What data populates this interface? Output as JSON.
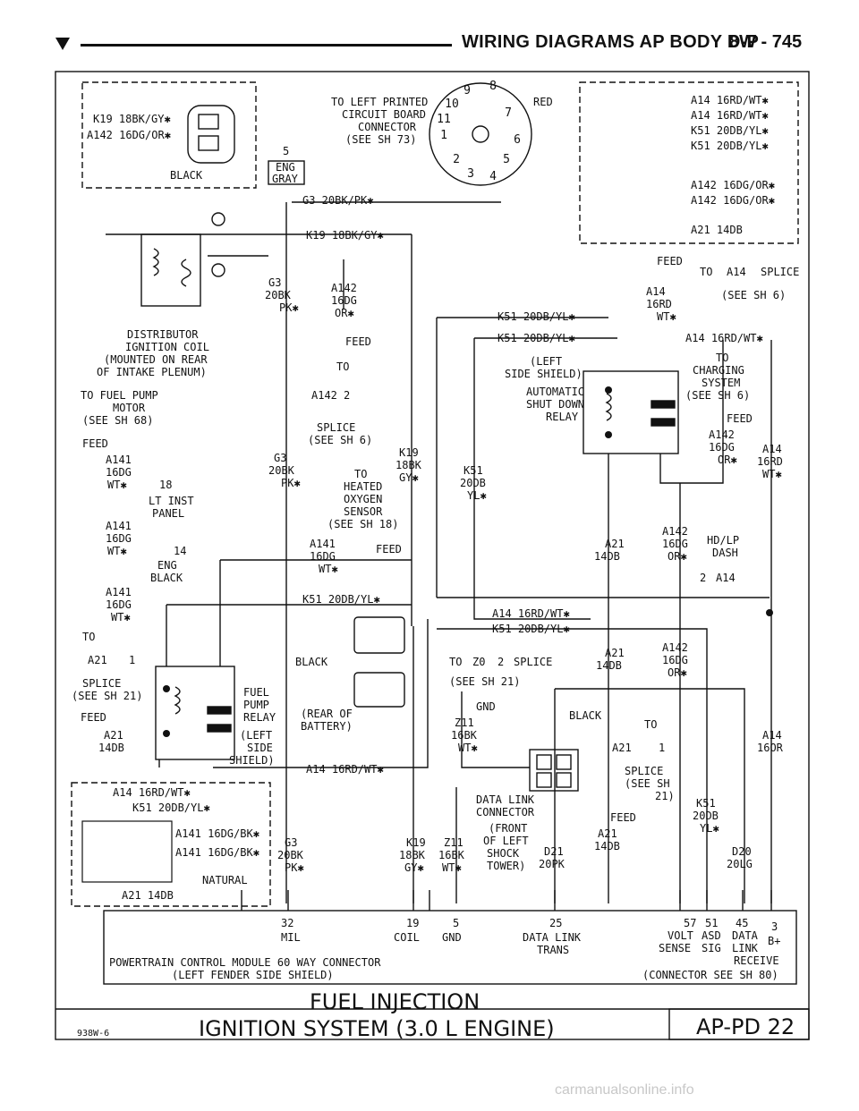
{
  "header": {
    "title": "WIRING DIAGRAMS AP BODY D-P",
    "page": "8W - 745"
  },
  "diagram": {
    "ign_coil_box": {
      "wire1": "K19 18BK/GY✱",
      "wire2": "A142 16DG/OR✱",
      "black": "BLACK"
    },
    "to_left_pcb": [
      "TO LEFT PRINTED",
      "CIRCUIT BOARD",
      "CONNECTOR",
      "(SEE SH 73)"
    ],
    "red": "RED",
    "eng_gray": {
      "pin": "5",
      "line1": "ENG",
      "line2": "GRAY"
    },
    "g3_wire": "G3 20BK/PK✱",
    "k19_wire": "K19 18BK/GY✱",
    "distributor": [
      "DISTRIBUTOR",
      "IGNITION COIL",
      "(MOUNTED ON REAR",
      "OF INTAKE PLENUM)"
    ],
    "g3_a": [
      "G3",
      "20BK",
      "PK✱"
    ],
    "a142_a": [
      "A142",
      "16DG",
      "OR✱"
    ],
    "feed": "FEED",
    "to": "TO",
    "splice_a142": {
      "tag": "A142",
      "num": "2",
      "l1": "SPLICE",
      "l2": "(SEE SH 6)"
    },
    "to_fuel_pump": [
      "TO FUEL PUMP",
      "MOTOR",
      "(SEE SH 68)"
    ],
    "a141_a": [
      "A141",
      "16DG",
      "WT✱"
    ],
    "pin18": "18",
    "lt_inst": [
      "LT INST",
      "PANEL"
    ],
    "pin14": "14",
    "eng_black": [
      "ENG",
      "BLACK"
    ],
    "g3_b": [
      "G3",
      "20BK",
      "PK✱"
    ],
    "k19_b": [
      "K19",
      "18BK",
      "GY✱"
    ],
    "to_o2": [
      "TO",
      "HEATED",
      "OXYGEN",
      "SENSOR",
      "(SEE SH 18)"
    ],
    "a141_wire": [
      "A141",
      "16DG",
      "WT✱"
    ],
    "k51_wire": "K51 20DB/YL✱",
    "a21_splice": {
      "tag": "A21",
      "num": "1",
      "l1": "SPLICE",
      "l2": "(SEE SH 21)"
    },
    "a21_a": [
      "A21",
      "14DB"
    ],
    "black_conn": "BLACK",
    "rear_batt": [
      "(REAR OF",
      "BATTERY)"
    ],
    "fuel_pump_relay": [
      "FUEL",
      "PUMP",
      "RELAY",
      "(LEFT",
      "SIDE",
      "SHIELD)"
    ],
    "a14_wire": "A14 16RD/WT✱",
    "asd_box": [
      "A14 16RD/WT✱",
      "A14 16RD/WT✱",
      "K51 20DB/YL✱",
      "K51 20DB/YL✱",
      "A142 16DG/OR✱",
      "A142 16DG/OR✱",
      "A21 14DB"
    ],
    "feed_to_a14": {
      "feed": "FEED",
      "to": "TO",
      "tag": "A14",
      "splice": "SPLICE",
      "see": "(SEE SH 6)"
    },
    "a14_16rd": [
      "A14",
      "16RD",
      "WT✱"
    ],
    "k51_20db_a": "K51 20DB/YL✱",
    "k51_20db_b": "K51 20DB/YL✱",
    "a14_charging": "A14 16RD/WT✱",
    "asd_relay": [
      "(LEFT",
      "SIDE SHIELD)",
      "AUTOMATIC",
      "SHUT DOWN",
      "RELAY"
    ],
    "to_charging": [
      "TO",
      "CHARGING",
      "SYSTEM",
      "(SEE SH 6)"
    ],
    "a142_feed": [
      "FEED",
      "A142",
      "16DG",
      "OR✱"
    ],
    "a14_r": [
      "A14",
      "16RD",
      "WT✱"
    ],
    "k51_v": [
      "K51",
      "20DB",
      "YL✱"
    ],
    "a21_b": [
      "A21",
      "14DB"
    ],
    "a142_b": [
      "A142",
      "16DG",
      "OR✱"
    ],
    "hd_lp": [
      "HD/LP",
      "DASH"
    ],
    "splice_a14": {
      "num": "2",
      "tag": "A14"
    },
    "a14_mid": "A14 16RD/WT✱",
    "k51_mid": "K51 20DB/YL✱",
    "to_z0": {
      "to": "TO",
      "tag": "Z0",
      "num": "2",
      "splice": "SPLICE",
      "see": "(SEE SH 21)"
    },
    "gnd": "GND",
    "z11": [
      "Z11",
      "16BK",
      "WT✱"
    ],
    "a21_c": [
      "A21",
      "14DB"
    ],
    "a142_c": [
      "A142",
      "16DG",
      "OR✱"
    ],
    "black_dlc": "BLACK",
    "to_a21": {
      "to": "TO",
      "tag": "A21",
      "num": "1",
      "l1": "SPLICE",
      "l2": "(SEE SH",
      "l3": "21)"
    },
    "a14_16or": [
      "A14",
      "16OR"
    ],
    "dlc": [
      "DATA LINK",
      "CONNECTOR",
      "(FRONT",
      "OF LEFT",
      "SHOCK",
      "TOWER)"
    ],
    "feed_a21": [
      "FEED",
      "A21",
      "14DB"
    ],
    "d21": [
      "D21",
      "20PK"
    ],
    "k51_c": [
      "K51",
      "20DB",
      "YL✱"
    ],
    "d20": [
      "D20",
      "20LG"
    ],
    "fp_box": [
      "A14 16RD/WT✱",
      "K51 20DB/YL✱",
      "A141 16DG/BK✱",
      "A141 16DG/BK✱",
      "NATURAL",
      "A21 14DB"
    ],
    "g3_c": [
      "G3",
      "20BK",
      "PK✱"
    ],
    "k19_c": [
      "K19",
      "18BK",
      "GY✱"
    ],
    "z11_c": [
      "Z11",
      "16BK",
      "WT✱"
    ],
    "pcm": {
      "p32": "32",
      "mil": "MIL",
      "p19": "19",
      "coil": "COIL",
      "p5": "5",
      "gnd": "GND",
      "p25": "25",
      "dlt1": "DATA LINK",
      "dlt2": "TRANS",
      "p57": "57",
      "vs1": "VOLT",
      "vs2": "SENSE",
      "p51": "51",
      "asd1": "ASD",
      "asd2": "SIG",
      "p45": "45",
      "dl1": "DATA",
      "dl2": "LINK",
      "dl3": "RECEIVE",
      "p3": "3",
      "bplus": "B+",
      "name1": "POWERTRAIN CONTROL MODULE 60 WAY CONNECTOR",
      "name2": "(LEFT FENDER SIDE SHIELD)",
      "see": "(CONNECTOR SEE SH 80)"
    }
  },
  "footer": {
    "code": "938W-6",
    "title1": "FUEL INJECTION",
    "title2": "IGNITION SYSTEM (3.0 L ENGINE)",
    "ref": "AP-PD 22"
  },
  "watermark": "carmanualsonline.info"
}
